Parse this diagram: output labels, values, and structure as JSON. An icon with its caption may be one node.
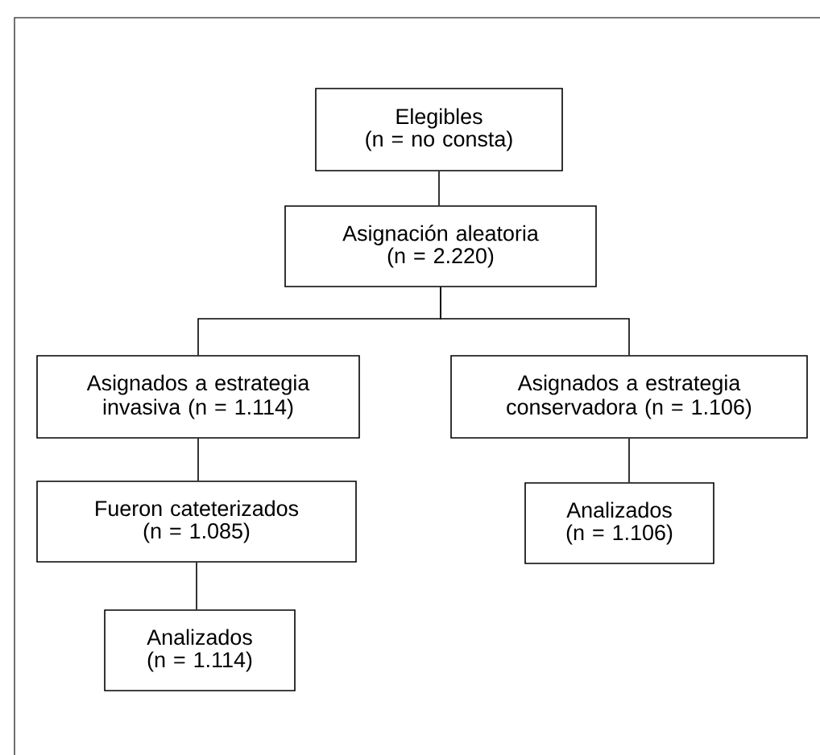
{
  "diagram": {
    "nodes": [
      {
        "text": [
          "Elegibles",
          "(n = no consta)"
        ]
      },
      {
        "text": [
          "Asignación aleatoria",
          "(n = 2.220)"
        ]
      },
      {
        "text": [
          "Asignados a estrategia invasiva (n = 1.114)"
        ]
      },
      {
        "text": [
          "Asignados a estrategia conservadora (n = 1.106)"
        ]
      },
      {
        "text": [
          "Fueron cateterizados",
          "(n = 1.085)"
        ]
      },
      {
        "text": [
          "Analizados",
          "(n = 1.106)"
        ]
      },
      {
        "text": [
          "Analizados",
          "(n = 1.114)"
        ]
      }
    ],
    "edges": [
      {
        "from": 0,
        "to": 1,
        "arrow": "none"
      },
      {
        "from": 1,
        "to": 2,
        "arrow": "none"
      },
      {
        "from": 1,
        "to": 3,
        "arrow": "none"
      },
      {
        "from": 2,
        "to": 4,
        "arrow": "none"
      },
      {
        "from": 3,
        "to": 5,
        "arrow": "none"
      },
      {
        "from": 4,
        "to": 6,
        "arrow": "none"
      }
    ]
  }
}
